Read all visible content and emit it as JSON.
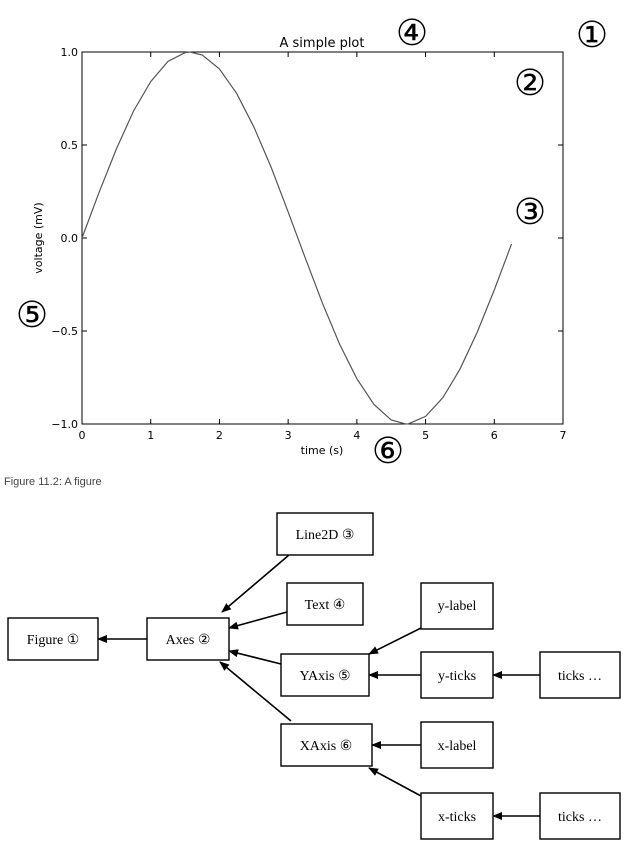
{
  "plot": {
    "title": "A simple plot",
    "xlabel": "time (s)",
    "ylabel": "voltage (mV)",
    "annotations": [
      "①",
      "②",
      "③",
      "④",
      "⑤",
      "⑥"
    ]
  },
  "chart_data": {
    "type": "line",
    "title": "A simple plot",
    "xlabel": "time (s)",
    "ylabel": "voltage (mV)",
    "xlim": [
      0,
      7
    ],
    "ylim": [
      -1.0,
      1.0
    ],
    "x_ticks": [
      "0",
      "1",
      "2",
      "3",
      "4",
      "5",
      "6",
      "7"
    ],
    "y_ticks": [
      "1.0",
      "0.5",
      "0.0",
      "−0.5",
      "−1.0"
    ],
    "series": [
      {
        "x": [
          0,
          0.25,
          0.5,
          0.75,
          1.0,
          1.25,
          1.5,
          1.571,
          1.75,
          2.0,
          2.25,
          2.5,
          2.75,
          3.0,
          3.25,
          3.5,
          3.75,
          4.0,
          4.25,
          4.5,
          4.712,
          4.75,
          5.0,
          5.25,
          5.5,
          5.75,
          6.0,
          6.25
        ],
        "y": [
          0,
          0.247,
          0.479,
          0.682,
          0.841,
          0.949,
          0.997,
          1.0,
          0.984,
          0.909,
          0.778,
          0.598,
          0.382,
          0.141,
          -0.108,
          -0.351,
          -0.572,
          -0.757,
          -0.895,
          -0.978,
          -1.0,
          -0.999,
          -0.959,
          -0.859,
          -0.706,
          -0.508,
          -0.279,
          -0.033
        ]
      }
    ],
    "grid": false
  },
  "caption": "Figure 11.2: A figure",
  "diagram": {
    "nodes": {
      "figure": "Figure ①",
      "axes": "Axes ②",
      "line2d": "Line2D ③",
      "text": "Text ④",
      "yaxis": "YAxis ⑤",
      "xaxis": "XAxis ⑥",
      "ylabel": "y-label",
      "yticks": "y-ticks",
      "yticks_more": "ticks …",
      "xlabel": "x-label",
      "xticks": "x-ticks",
      "xticks_more": "ticks …"
    }
  }
}
